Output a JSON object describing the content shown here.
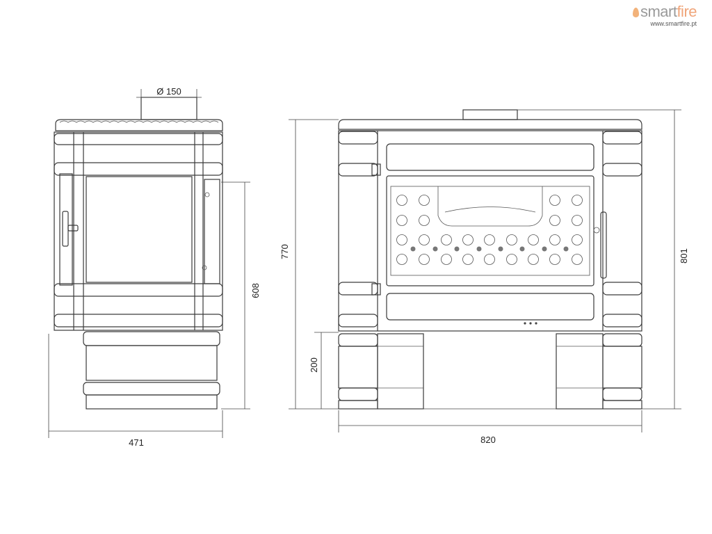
{
  "brand": {
    "name_part1": "smart",
    "name_part2": "fire",
    "url": "www.smartfire.pt",
    "accent": "#f0a57a"
  },
  "dimensions": {
    "flue_diameter": "Ø 150",
    "side_width": "471",
    "side_height_to_flue": "608",
    "front_height": "770",
    "front_total_height": "801",
    "base_height": "200",
    "front_width": "820"
  }
}
